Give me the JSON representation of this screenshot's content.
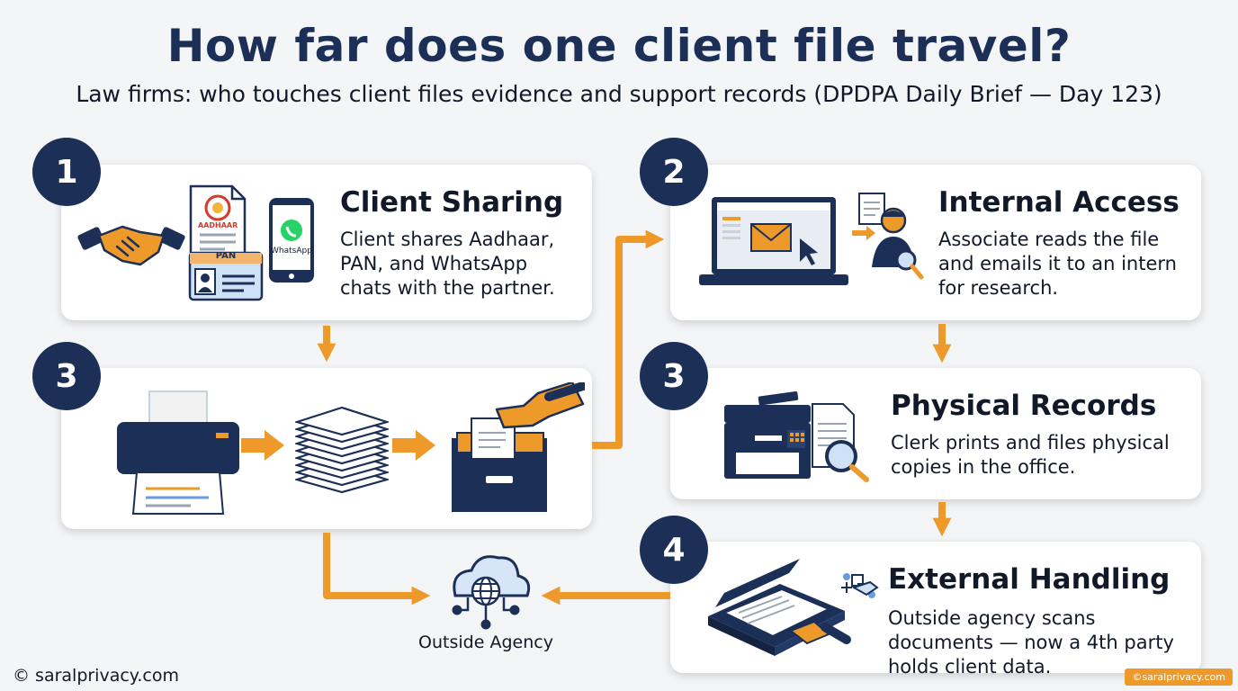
{
  "header": {
    "title": "How far does one client file travel?",
    "subtitle": "Law firms: who touches client files evidence and support records (DPDPA Daily Brief — Day 123)"
  },
  "steps": [
    {
      "badge": "1",
      "title": "Client Sharing",
      "desc": "Client shares Aadhaar, PAN, and WhatsApp chats with the partner."
    },
    {
      "badge": "2",
      "title": "Internal Access",
      "desc": "Associate reads the file and emails it to an intern for research."
    },
    {
      "badge": "3"
    },
    {
      "badge": "3",
      "title": "Physical Records",
      "desc": "Clerk prints and files physical copies in the office."
    },
    {
      "badge": "4",
      "title": "External Handling",
      "desc": "Outside agency scans documents — now a 4th party holds client data."
    }
  ],
  "icon_labels": {
    "aadhaar": "AADHAAR",
    "pan": "PAN",
    "whatsapp": "WhatsApp"
  },
  "agency": {
    "label": "Outside Agency"
  },
  "footer": {
    "credit": "© saralprivacy.com",
    "watermark": "©saralprivacy.com"
  },
  "colors": {
    "navy": "#1b2f57",
    "orange": "#ee9a2b",
    "card": "#ffffff",
    "background": "#f4f5f7"
  },
  "icons": [
    "handshake-icon",
    "aadhaar-document-icon",
    "pan-card-icon",
    "whatsapp-phone-icon",
    "laptop-email-icon",
    "person-search-icon",
    "printer-icon",
    "paper-stack-icon",
    "filing-cabinet-icon",
    "photocopier-icon",
    "magnifier-document-icon",
    "scanner-icon",
    "cloud-network-icon"
  ]
}
